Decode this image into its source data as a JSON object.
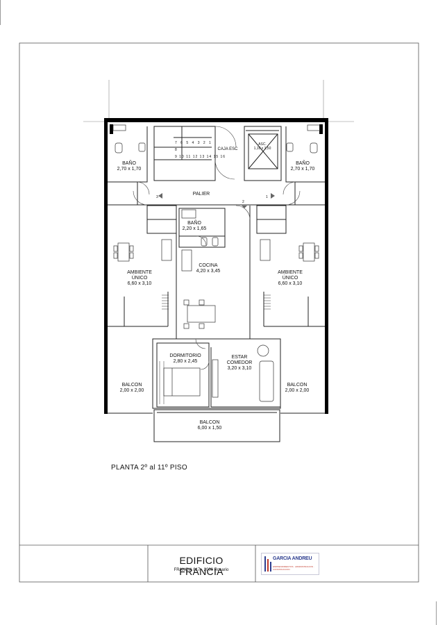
{
  "rooms": {
    "bano_left": {
      "name": "BAÑO",
      "size": "2,70 x 1,70"
    },
    "bano_right": {
      "name": "BAÑO",
      "size": "2,70 x 1,70"
    },
    "bano_center": {
      "name": "BAÑO",
      "size": "2,20 x 1,65"
    },
    "asc": {
      "name": "ASC.",
      "size": "1,10 x 1,50"
    },
    "caja_esc": "CAJA ESC",
    "palier": "PALIER",
    "cocina": {
      "name": "COCINA",
      "size": "4,20 x 3,45"
    },
    "ambiente_left": {
      "line1": "AMBIENTE",
      "line2": "ÚNICO",
      "size": "6,60 x 3,10"
    },
    "ambiente_right": {
      "line1": "AMBIENTE",
      "line2": "ÚNICO",
      "size": "6,60 x 3,10"
    },
    "dormitorio": {
      "name": "DORMITORIO",
      "size": "2,80 x 2,45"
    },
    "estar": {
      "line1": "ESTAR",
      "line2": "COMEDOR",
      "size": "3,20 x 3,10"
    },
    "balcon_left": {
      "name": "BALCON",
      "size": "2,00 x 2,00"
    },
    "balcon_right": {
      "name": "BALCON",
      "size": "2,00 x 2,00"
    },
    "balcon_bottom": {
      "name": "BALCON",
      "size": "6,00 x 1,50"
    }
  },
  "stairs": {
    "row1": [
      "7",
      "6",
      "5",
      "4",
      "3",
      "2",
      "1"
    ],
    "row2": [
      "8"
    ],
    "row3": [
      "9",
      "10",
      "11",
      "12",
      "13",
      "14",
      "15",
      "16"
    ]
  },
  "unit_numbers": {
    "left": "3",
    "right": "1",
    "center": "2"
  },
  "plan_caption": "PLANTA 2º  al 11º  PISO",
  "title_block": {
    "building_name": "EDIFICIO FRANCIA",
    "address": "FRANCIA 817 ·  2000  Rosario",
    "logo_name": "GARCIA ANDREU",
    "logo_tagline": "EMPRENDIMIENTOS · ADMINISTRACION · CONSTRUCCION"
  },
  "colors": {
    "line": "#222222",
    "wall": "#000000",
    "accent_blue": "#2d3d8f",
    "accent_red": "#c0392b"
  }
}
